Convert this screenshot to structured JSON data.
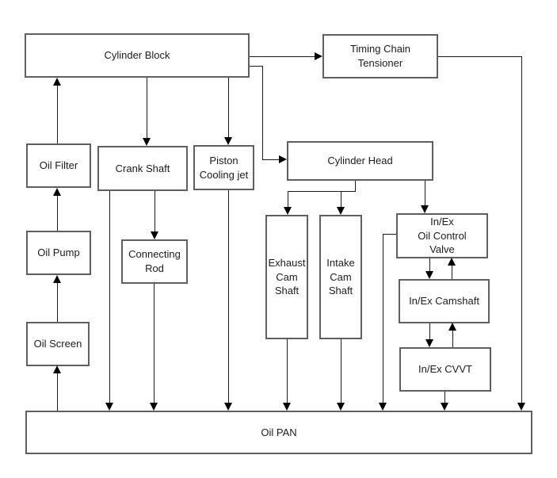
{
  "nodes": {
    "cylinder_block": {
      "label": "Cylinder Block"
    },
    "timing_chain_tensioner": {
      "label": "Timing Chain\nTensioner"
    },
    "oil_filter": {
      "label": "Oil Filter"
    },
    "crank_shaft": {
      "label": "Crank Shaft"
    },
    "piston_cooling_jet": {
      "label": "Piston\nCooling jet"
    },
    "cylinder_head": {
      "label": "Cylinder Head"
    },
    "oil_pump": {
      "label": "Oil Pump"
    },
    "connecting_rod": {
      "label": "Connecting\nRod"
    },
    "exhaust_cam_shaft": {
      "label": "Exhaust\nCam\nShaft"
    },
    "intake_cam_shaft": {
      "label": "Intake\nCam\nShaft"
    },
    "in_ex_oil_control_valve": {
      "label": "In/Ex\nOil Control\nValve"
    },
    "in_ex_camshaft": {
      "label": "In/Ex Camshaft"
    },
    "in_ex_cvvt": {
      "label": "In/Ex CVVT"
    },
    "oil_screen": {
      "label": "Oil Screen"
    },
    "oil_pan": {
      "label": "Oil PAN"
    }
  },
  "edges": [
    {
      "from": "oil_pan",
      "to": "oil_screen"
    },
    {
      "from": "oil_screen",
      "to": "oil_pump"
    },
    {
      "from": "oil_pump",
      "to": "oil_filter"
    },
    {
      "from": "oil_filter",
      "to": "cylinder_block"
    },
    {
      "from": "cylinder_block",
      "to": "timing_chain_tensioner"
    },
    {
      "from": "cylinder_block",
      "to": "crank_shaft"
    },
    {
      "from": "cylinder_block",
      "to": "piston_cooling_jet"
    },
    {
      "from": "cylinder_block",
      "to": "cylinder_head"
    },
    {
      "from": "timing_chain_tensioner",
      "to": "oil_pan"
    },
    {
      "from": "crank_shaft",
      "to": "connecting_rod"
    },
    {
      "from": "crank_shaft",
      "to": "oil_pan"
    },
    {
      "from": "connecting_rod",
      "to": "oil_pan"
    },
    {
      "from": "piston_cooling_jet",
      "to": "oil_pan"
    },
    {
      "from": "cylinder_head",
      "to": "exhaust_cam_shaft"
    },
    {
      "from": "cylinder_head",
      "to": "intake_cam_shaft"
    },
    {
      "from": "cylinder_head",
      "to": "in_ex_oil_control_valve"
    },
    {
      "from": "in_ex_oil_control_valve",
      "to": "in_ex_camshaft"
    },
    {
      "from": "in_ex_camshaft",
      "to": "in_ex_oil_control_valve"
    },
    {
      "from": "in_ex_camshaft",
      "to": "in_ex_cvvt"
    },
    {
      "from": "in_ex_cvvt",
      "to": "in_ex_camshaft"
    },
    {
      "from": "in_ex_oil_control_valve",
      "to": "oil_pan"
    },
    {
      "from": "in_ex_cvvt",
      "to": "oil_pan"
    },
    {
      "from": "exhaust_cam_shaft",
      "to": "oil_pan"
    },
    {
      "from": "intake_cam_shaft",
      "to": "oil_pan"
    }
  ],
  "colors": {
    "background": "#ffffff",
    "box_border": "#5f5f5f",
    "line": "#1a1a1a",
    "arrowhead": "#000000",
    "text": "#1c1c1c"
  }
}
